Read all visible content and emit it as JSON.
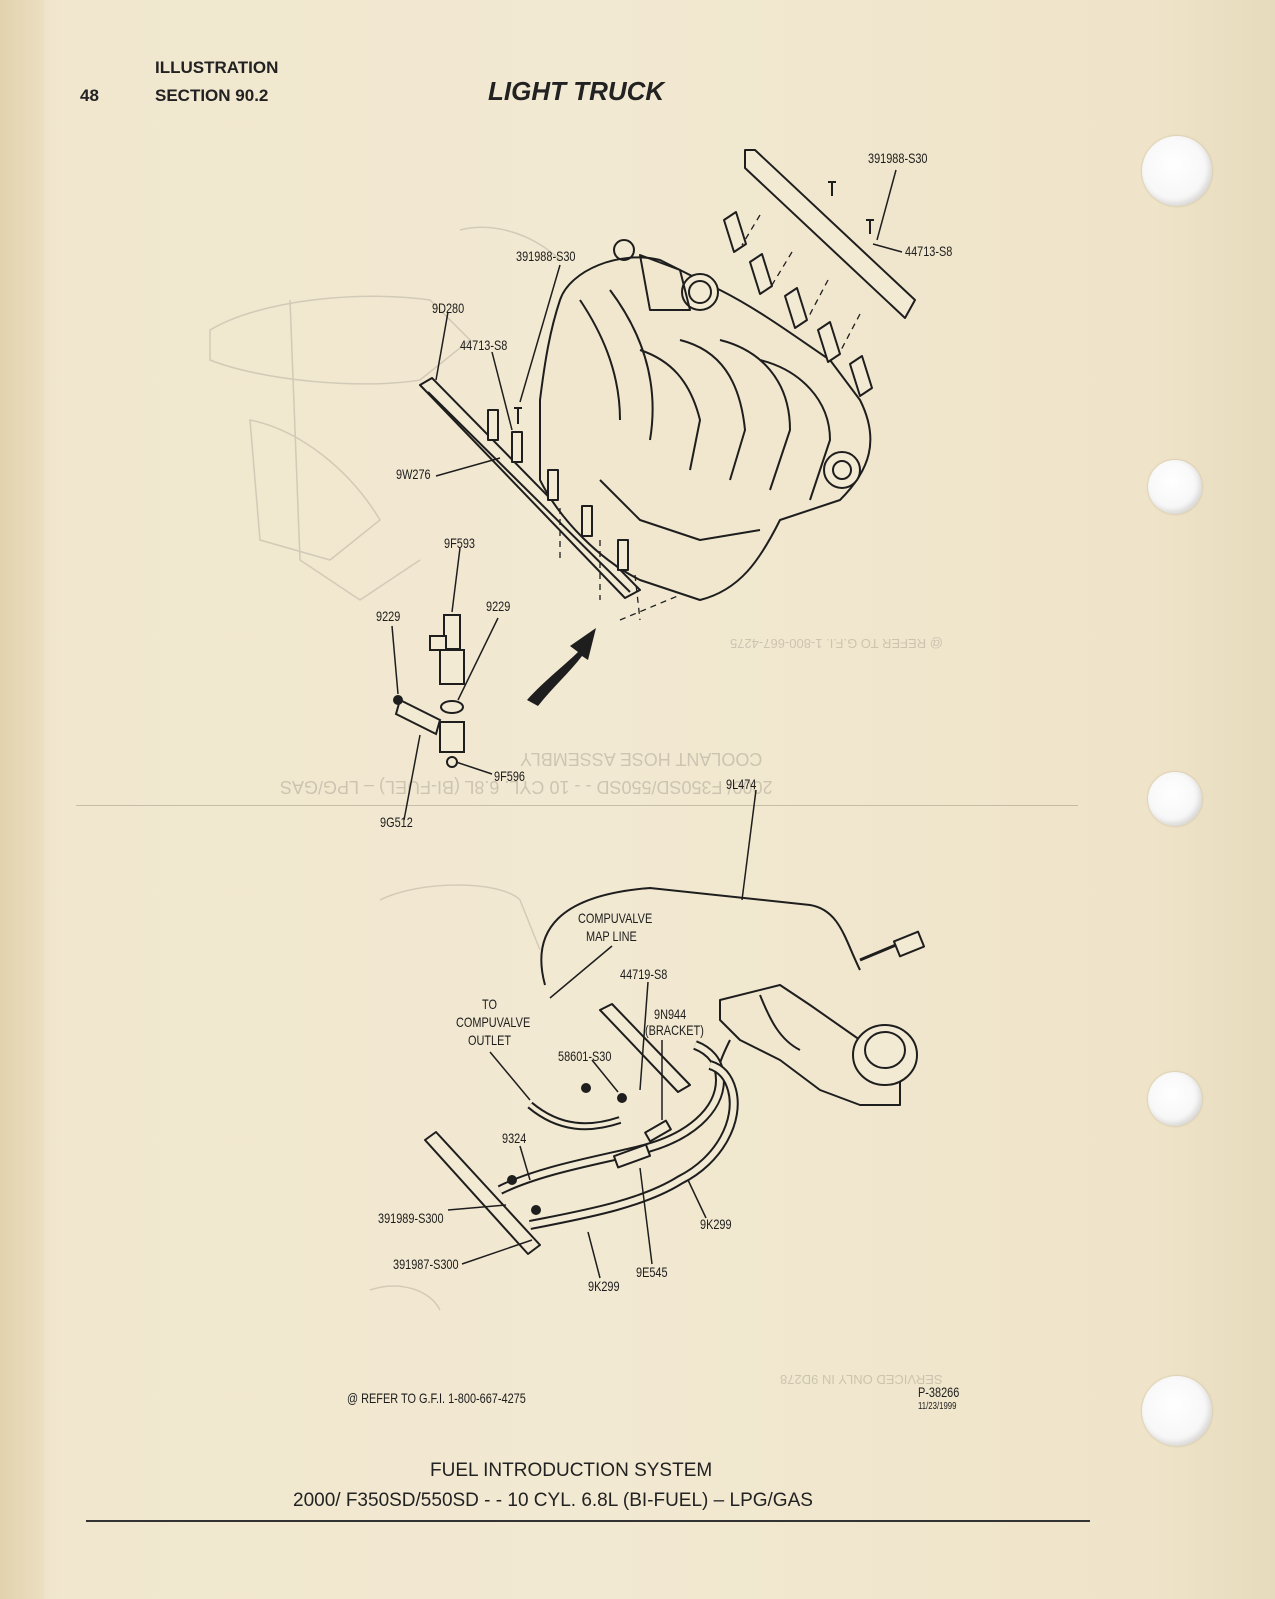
{
  "header": {
    "page_number": "48",
    "illustration_label": "ILLUSTRATION",
    "section_label": "SECTION 90.2",
    "title": "LIGHT TRUCK"
  },
  "upper_callouts": {
    "a": "391988-S30",
    "b": "44713-S8",
    "c": "391988-S30",
    "d": "9D280",
    "e": "44713-S8",
    "f": "9W276",
    "g": "9F593",
    "h": "9229",
    "i": "9229",
    "j": "9F596",
    "k": "9G512"
  },
  "lower_callouts": {
    "map_line_1": "COMPUVALVE",
    "map_line_2": "MAP LINE",
    "line_9l474": "9L474",
    "part_44719": "44719-S8",
    "bracket_1": "9N944",
    "bracket_2": "(BRACKET)",
    "outlet_1": "TO",
    "outlet_2": "COMPUVALVE",
    "outlet_3": "OUTLET",
    "part_58601": "58601-S30",
    "part_9324": "9324",
    "part_391989": "391989-S300",
    "part_391987": "391987-S300",
    "hose_9k299_a": "9K299",
    "hose_9k299_b": "9K299",
    "part_9e545": "9E545"
  },
  "footer_notes": {
    "refer": "@  REFER TO G.F.I.  1-800-667-4275",
    "plate": "P-38266",
    "plate_date": "11/23/1999"
  },
  "caption": {
    "line1": "FUEL INTRODUCTION SYSTEM",
    "line2": "2000/ F350SD/550SD - - 10 CYL. 6.8L (BI-FUEL) – LPG/GAS"
  },
  "bleed_through": {
    "a": "COOLANT HOSE ASSEMBLY",
    "b": "2000/ F350SD/550SD - - 10 CYL. 6.8L (BI-FUEL) – LPG/GAS",
    "c": "@ REFER TO G.F.I. 1-800-667-4275",
    "d": "SERVICED ONLY IN 9D278"
  }
}
